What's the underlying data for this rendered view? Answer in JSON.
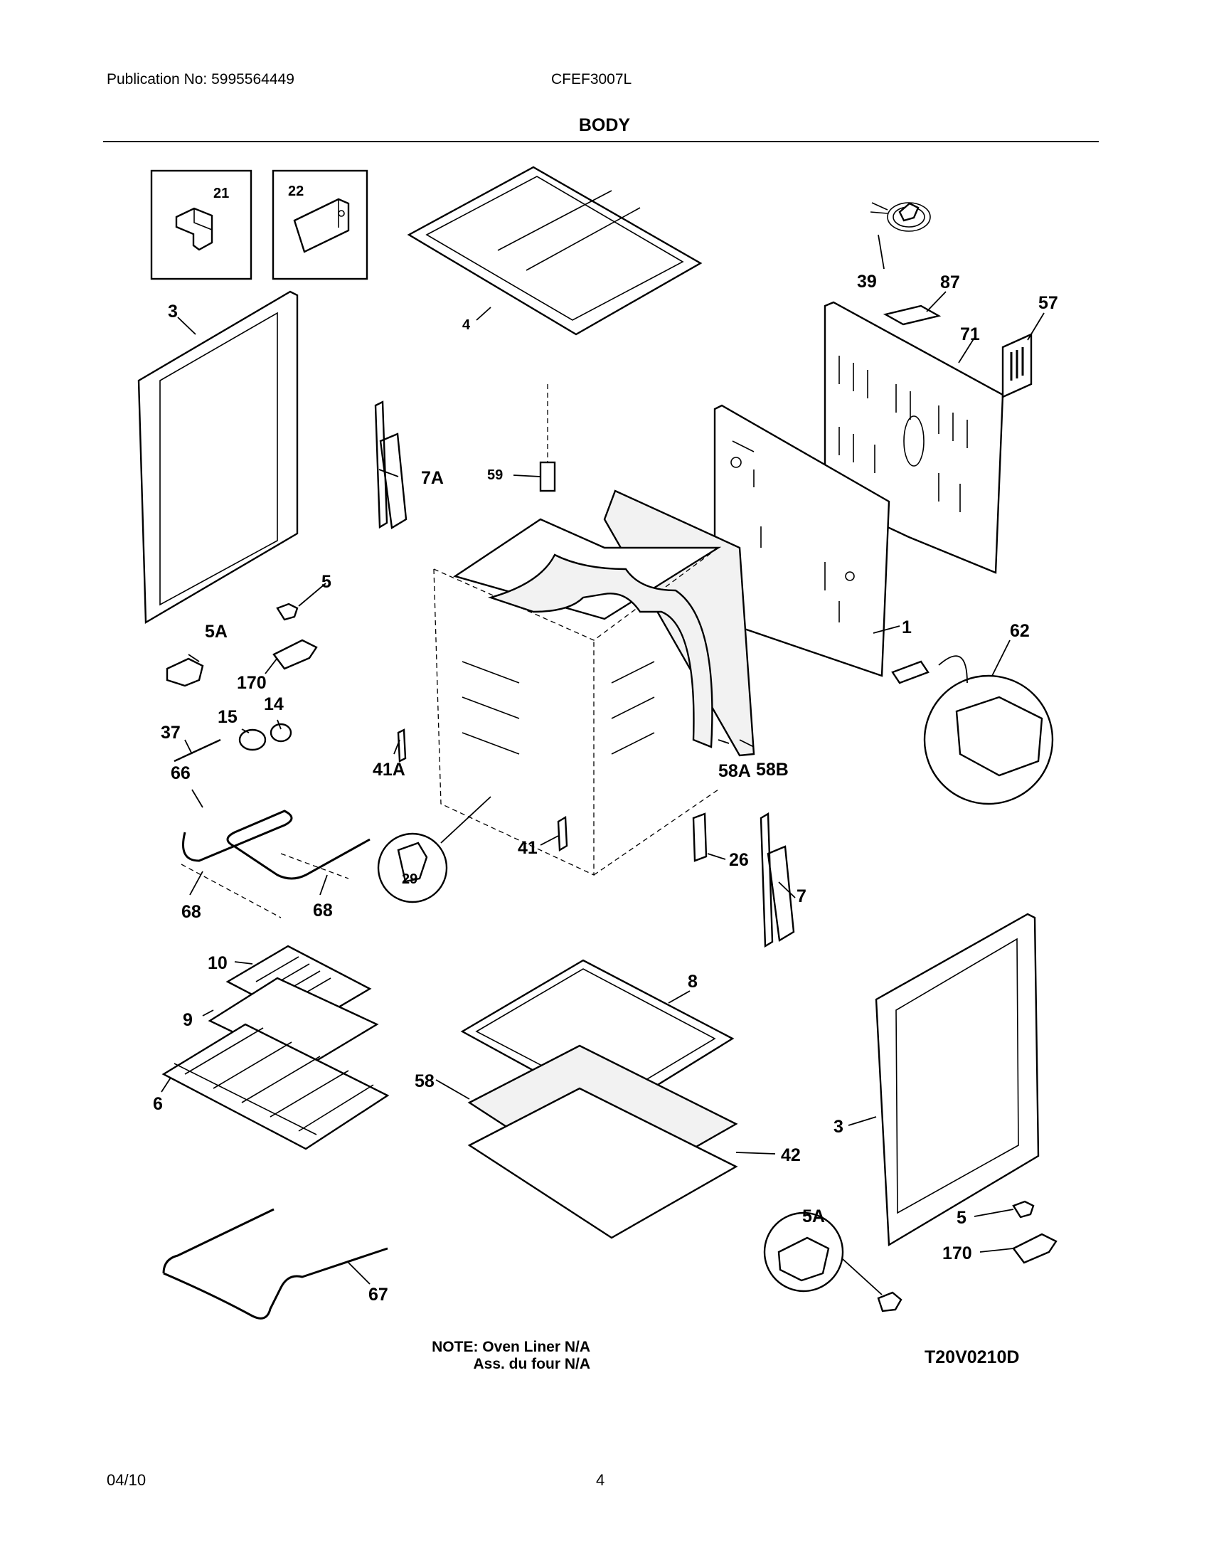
{
  "header": {
    "publication": "Publication No: 5995564449",
    "model": "CFEF3007L",
    "section": "BODY"
  },
  "callouts": {
    "c1": "1",
    "c3a": "3",
    "c3b": "3",
    "c4": "4",
    "c5a": "5",
    "c5b": "5",
    "c5Aa": "5A",
    "c5Ab": "5A",
    "c6": "6",
    "c7": "7",
    "c7A": "7A",
    "c8": "8",
    "c9": "9",
    "c10": "10",
    "c14": "14",
    "c15": "15",
    "c21": "21",
    "c22": "22",
    "c26": "26",
    "c29": "29",
    "c37": "37",
    "c39": "39",
    "c41": "41",
    "c41A": "41A",
    "c42": "42",
    "c57": "57",
    "c58": "58",
    "c58A": "58A",
    "c58B": "58B",
    "c59": "59",
    "c62": "62",
    "c66": "66",
    "c67": "67",
    "c68a": "68",
    "c68b": "68",
    "c71": "71",
    "c87": "87",
    "c170a": "170",
    "c170b": "170"
  },
  "note": {
    "line1": "NOTE: Oven Liner N/A",
    "line2": "Ass. du four N/A"
  },
  "drawing_code": "T20V0210D",
  "footer": {
    "date": "04/10",
    "page": "4"
  }
}
